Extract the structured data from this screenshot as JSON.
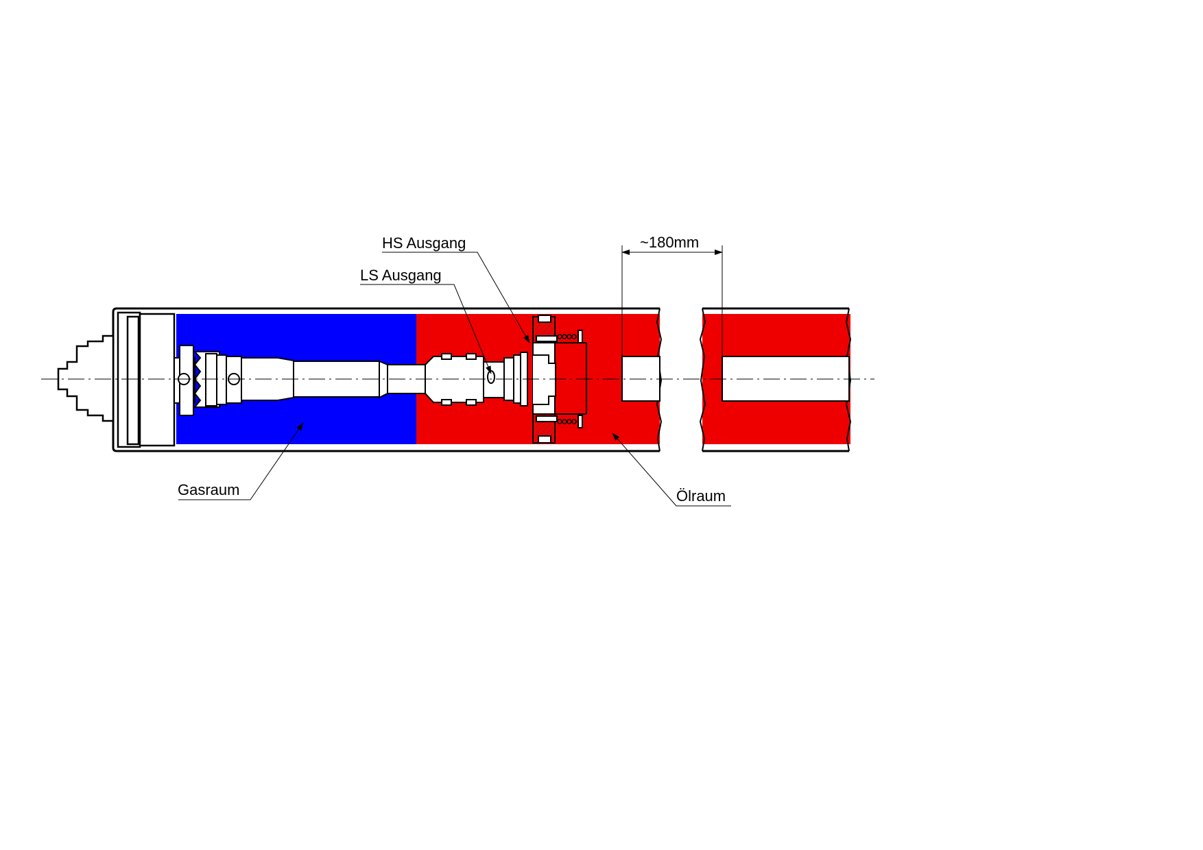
{
  "labels": {
    "hs_output": "HS Ausgang",
    "ls_output": "LS Ausgang",
    "dimension": "~180mm",
    "gas_chamber": "Gasraum",
    "oil_chamber": "Ölraum"
  },
  "colors": {
    "gas": "#0000ff",
    "oil": "#ee0000",
    "line": "#000000"
  }
}
